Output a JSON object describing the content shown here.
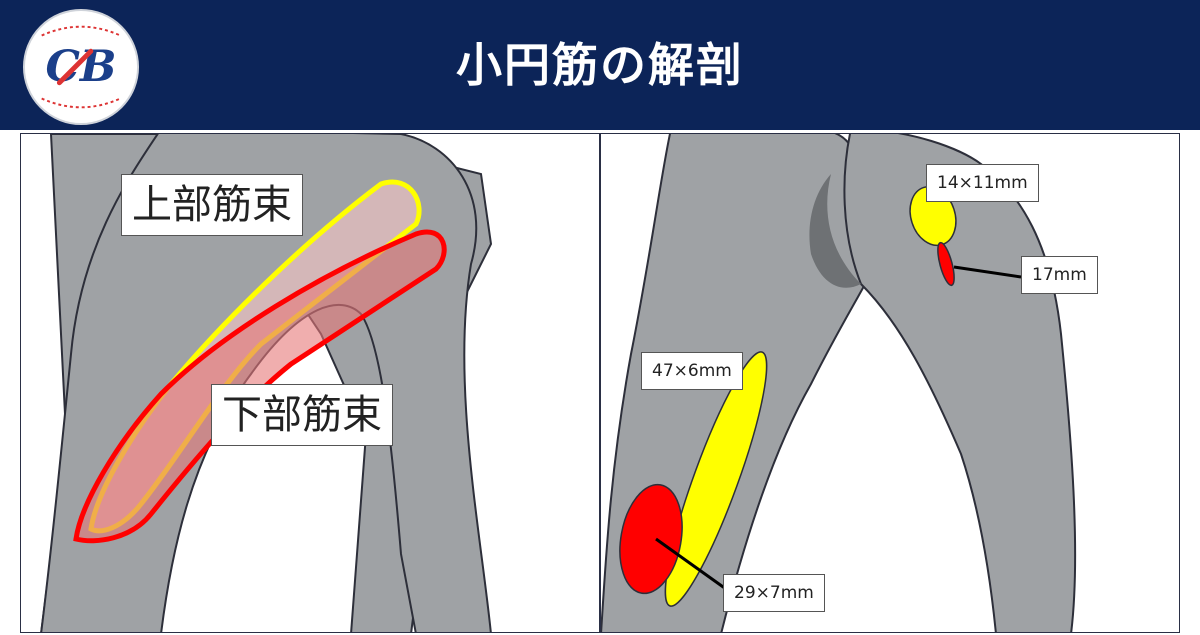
{
  "header": {
    "title": "小円筋の解剖",
    "logo_text": "CB"
  },
  "left_panel": {
    "upper_bundle_label": "上部筋束",
    "lower_bundle_label": "下部筋束"
  },
  "right_panel": {
    "measurements": {
      "upper_yellow": "14×11mm",
      "upper_red": "17mm",
      "lower_yellow": "47×6mm",
      "lower_red": "29×7mm"
    }
  },
  "colors": {
    "header_bg": "#0c2458",
    "bone": "#9fa2a5",
    "bone_outline": "#2d2f3a",
    "upper_bundle": "#ffff00",
    "lower_bundle": "#ff0000"
  }
}
